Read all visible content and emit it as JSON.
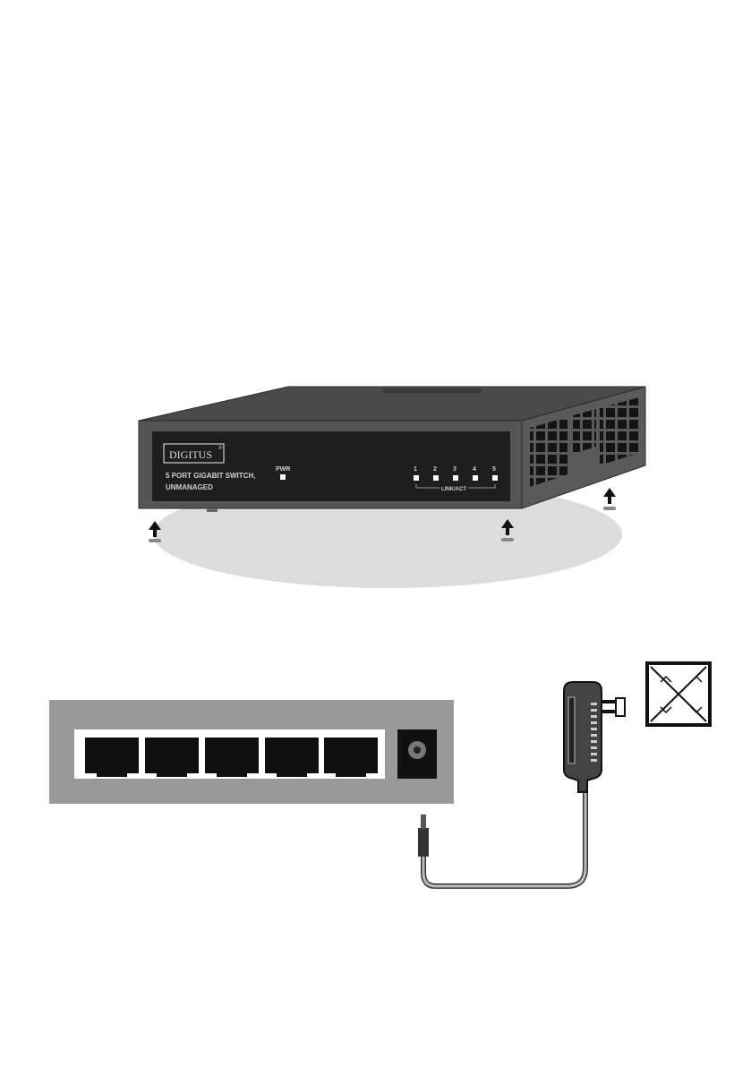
{
  "switch": {
    "brand": "DIGITUS",
    "brand_mark": "®",
    "model_line1": "5 PORT GIGABIT SWITCH,",
    "model_line2": "UNMANAGED",
    "power_label": "PWR",
    "port_numbers": [
      "1",
      "2",
      "3",
      "4",
      "5"
    ],
    "port_group_label": "LINK/ACT"
  },
  "colors": {
    "front_panel": "#1e1e1e",
    "chassis_top": "#4a4a4a",
    "chassis_side": "#5a5a5a",
    "shadow": "#dcdcdc",
    "rear_panel": "#999999"
  },
  "icons": [
    "up-arrow-icon",
    "rj45-port-icon",
    "dc-jack-icon",
    "power-adapter-icon",
    "no-outdoor-use-icon"
  ]
}
